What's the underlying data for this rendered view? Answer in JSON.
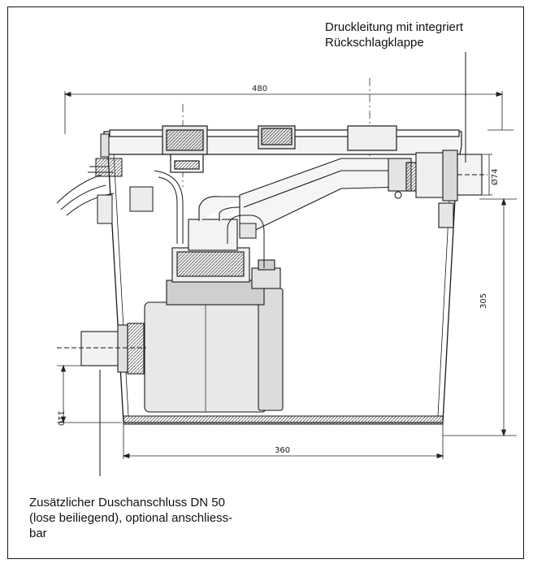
{
  "callouts": {
    "pressure_line": [
      "Druckleitung mit integriert",
      "Rückschlagklappe"
    ],
    "shower_connection": [
      "Zusätzlicher Duschanschluss DN 50",
      "(lose beiliegend), optional anschliess-",
      "bar"
    ]
  },
  "dimensions": {
    "overall_width": "480",
    "base_width": "360",
    "height": "305",
    "inlet_height": "110",
    "outlet_diameter": "Ø74"
  },
  "colors": {
    "line": "#1a1a1a",
    "hatch": "#555555",
    "fill_light": "#e6e6e6",
    "fill_mid": "#cfcfcf"
  }
}
